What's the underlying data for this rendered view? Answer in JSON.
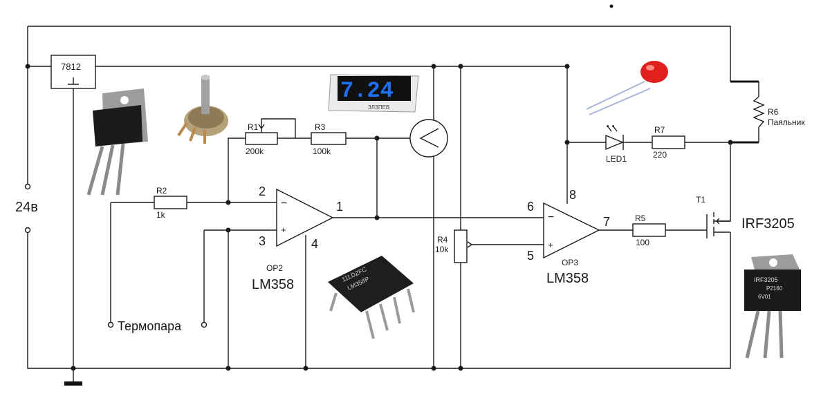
{
  "regulator": {
    "name": "7812"
  },
  "supply": {
    "label": "24в"
  },
  "thermocouple": {
    "label": "Термопара"
  },
  "r1": {
    "name": "R1",
    "value": "200k"
  },
  "r2": {
    "name": "R2",
    "value": "1k"
  },
  "r3": {
    "name": "R3",
    "value": "100k"
  },
  "r4": {
    "name": "R4",
    "value": "10k"
  },
  "r5": {
    "name": "R5",
    "value": "100"
  },
  "r6": {
    "name": "R6",
    "value": "Паяльник"
  },
  "r7": {
    "name": "R7",
    "value": "220"
  },
  "led": {
    "name": "LED1"
  },
  "op2": {
    "name": "OP2",
    "part": "LM358",
    "pin2": "2",
    "pin3": "3",
    "pin1": "1",
    "pin4": "4",
    "minus": "−",
    "plus": "+"
  },
  "op3": {
    "name": "OP3",
    "part": "LM358",
    "pin6": "6",
    "pin5": "5",
    "pin7": "7",
    "pin8": "8",
    "minus": "−",
    "plus": "+"
  },
  "t1": {
    "name": "T1",
    "part": "IRF3205"
  },
  "photos": {
    "voltmeter_display": "7.24",
    "voltmeter_brand": "ЗЛЗПЕВ",
    "chip_text_1": "11LDZFC",
    "chip_text_2": "LM358P",
    "mosfet_text_1": "IRF3205",
    "mosfet_text_2": "P2160",
    "mosfet_text_3": "6V01"
  },
  "colors": {
    "wire": "#1a1a1a",
    "display_blue": "#1f6ff2",
    "led_red": "#e0201c",
    "pcb_blue": "#1c2a48"
  }
}
